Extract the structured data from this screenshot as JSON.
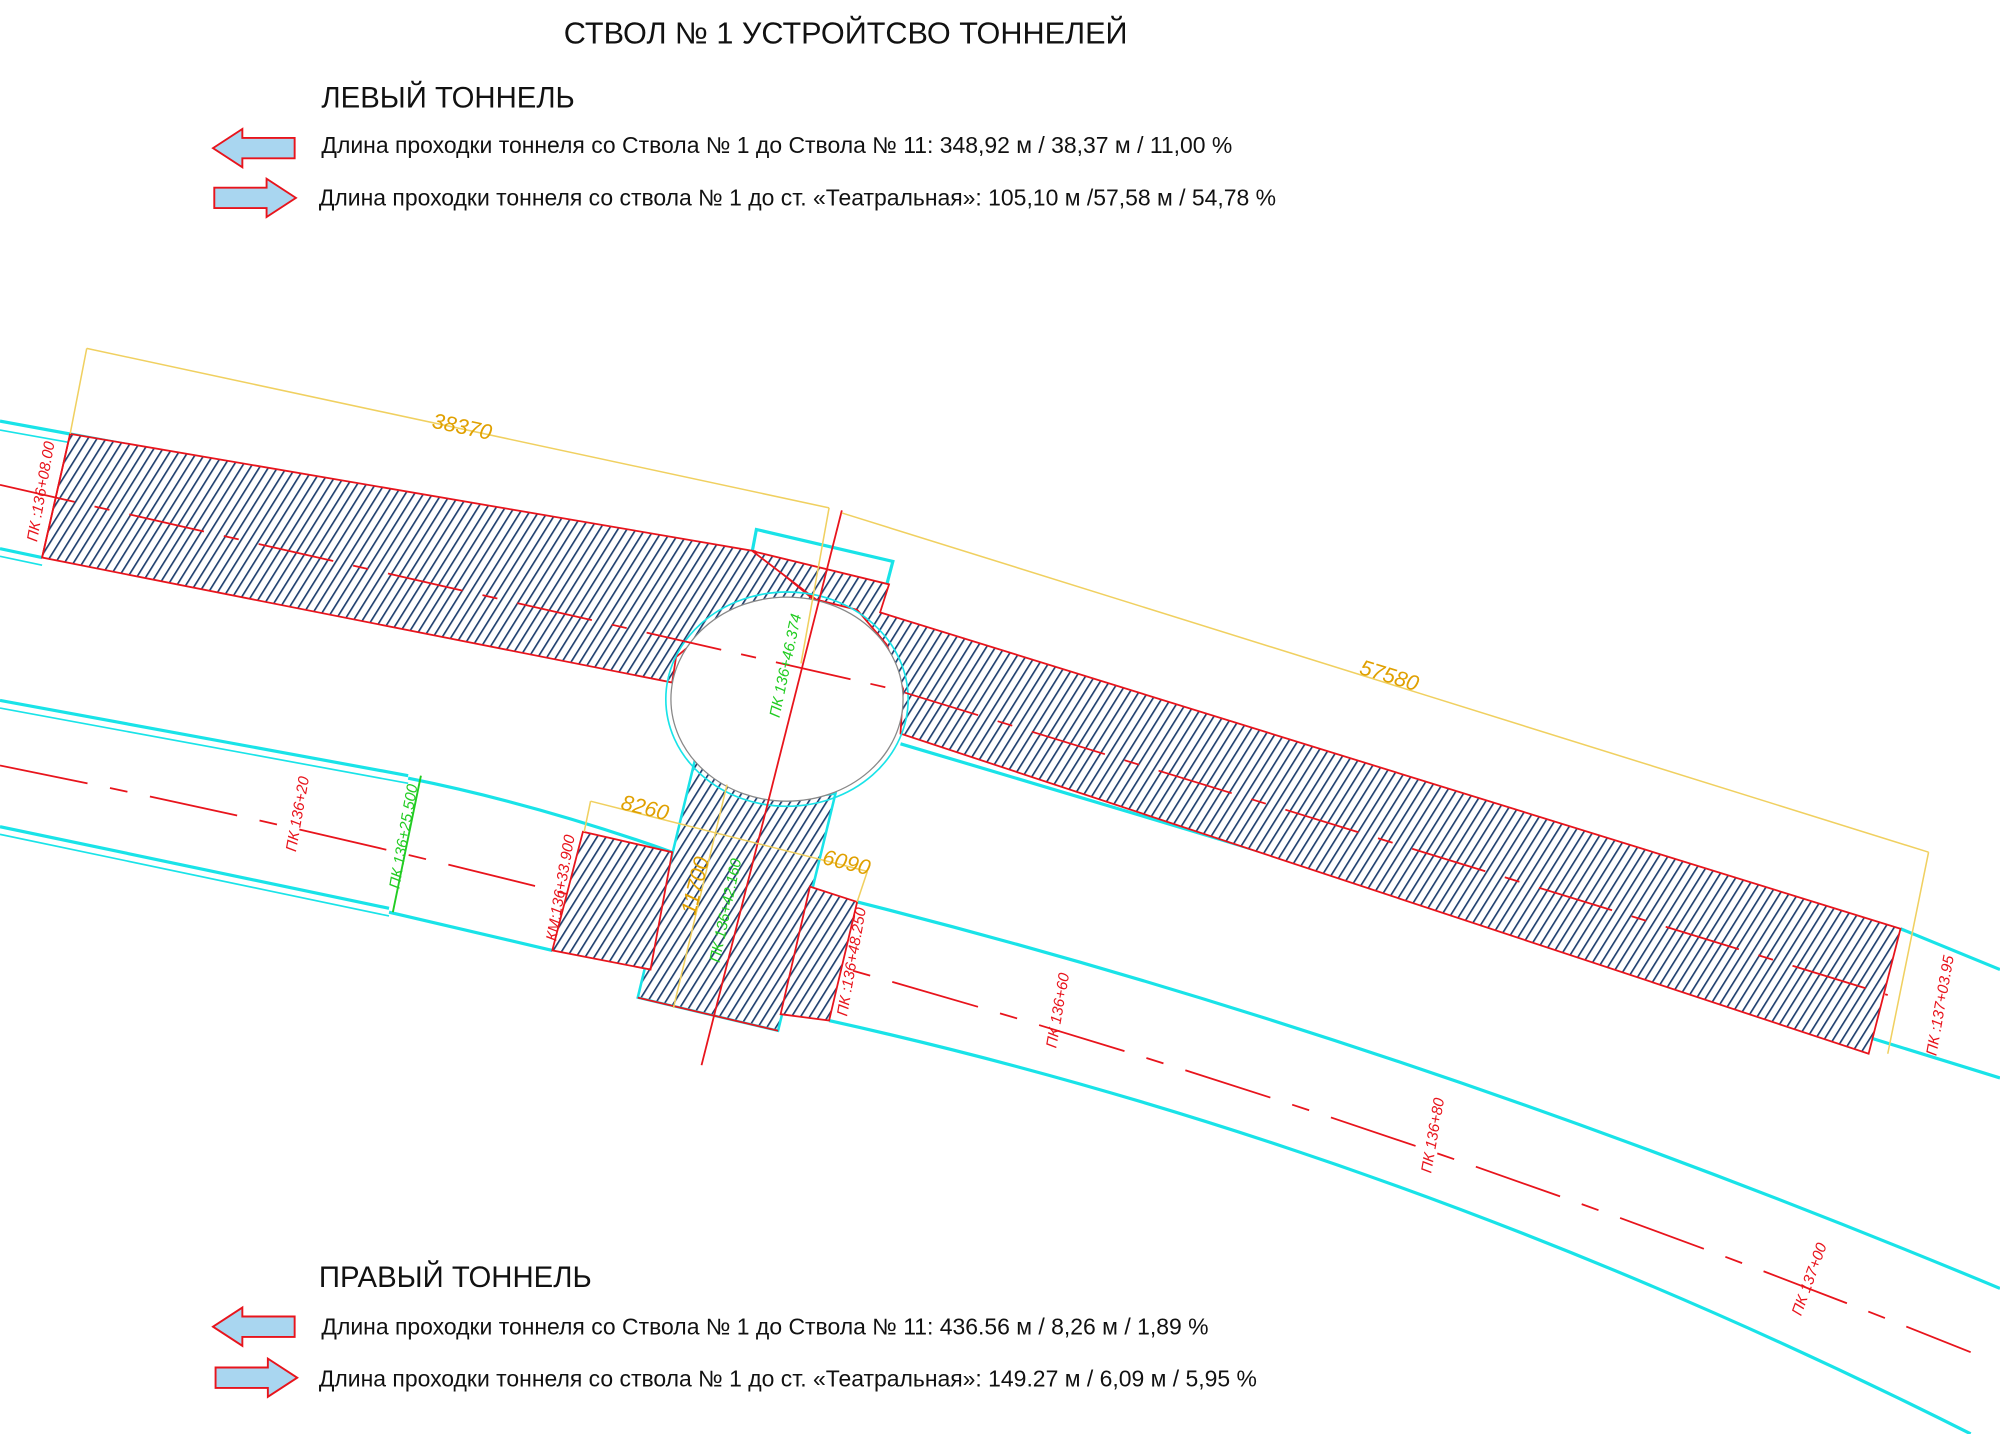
{
  "title": "СТВОЛ № 1 УСТРОЙТСВО ТОННЕЛЕЙ",
  "left_tunnel": {
    "heading": "ЛЕВЫЙ ТОННЕЛЬ",
    "rows": [
      {
        "direction": "left-arrow",
        "text": "Длина проходки тоннеля со Ствола № 1 до Ствола № 11: 348,92 м / 38,37 м / 11,00 %"
      },
      {
        "direction": "right-arrow",
        "text": "Длина проходки тоннеля со ствола № 1 до ст. «Театральная»: 105,10 м /57,58 м / 54,78 %"
      }
    ]
  },
  "right_tunnel": {
    "heading": "ПРАВЫЙ ТОННЕЛЬ",
    "rows": [
      {
        "direction": "left-arrow",
        "text": "Длина проходки тоннеля со Ствола № 1 до Ствола № 11: 436.56 м / 8,26 м / 1,89 %"
      },
      {
        "direction": "right-arrow",
        "text": "Длина проходки тоннеля со ствола № 1 до ст. «Театральная»: 149.27 м / 6,09 м / 5,95 %"
      }
    ]
  },
  "dimensions": {
    "d1": "38370",
    "d2": "57580",
    "d3": "8260",
    "d4": "6090",
    "d5": "11700"
  },
  "red_labels": {
    "l1": "ПК :136+08.00",
    "l2": "ПК 136+20",
    "l3": "КМ:136+33.900",
    "l4": "ПК :136+48.250",
    "l5": "ПК 136+60",
    "l6": "ПК 136+80",
    "l7": "ПК 137+00",
    "l8": "ПК :137+03.95"
  },
  "green_labels": {
    "g1": "ПК 136+25.500",
    "g2": "ПК 136+46.374",
    "g3": "ПК 136+42.160"
  },
  "colors": {
    "tunnel": "#19e3e8",
    "axis": "#e8141c",
    "hatch": "#1f3f6e",
    "dimension": "#e0a000",
    "station": "#22cc22",
    "arrow_fill": "#a9d6f0"
  }
}
